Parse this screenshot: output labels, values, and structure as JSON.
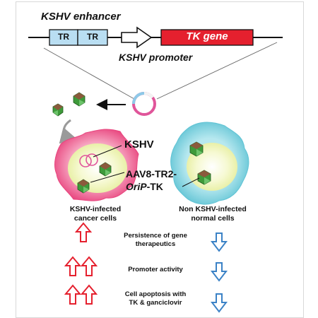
{
  "construct": {
    "enhancer_label": "KSHV enhancer",
    "tr_label_1": "TR",
    "tr_label_2": "TR",
    "gene_label": "TK gene",
    "promoter_label": "KSHV promoter"
  },
  "cells": {
    "kshv_label": "KSHV",
    "vector_line1": "AAV8-TR2-",
    "vector_line2_italic": "OriP",
    "vector_line2_rest": "-TK",
    "infected_line1": "KSHV-infected",
    "infected_line2": "cancer cells",
    "normal_line1": "Non KSHV-infected",
    "normal_line2": "normal cells"
  },
  "comparison": [
    {
      "line1": "Persistence of gene",
      "line2": "therapeutics",
      "left_arrows": 1,
      "right": "down"
    },
    {
      "line1": "Promoter activity",
      "line2": "",
      "left_arrows": 2,
      "right": "down"
    },
    {
      "line1": "Cell apoptosis with",
      "line2": "TK & ganciclovir",
      "left_arrows": 2,
      "right": "down"
    }
  ],
  "colors": {
    "tr_box": "#b9def2",
    "tk_box": "#e5202e",
    "infected_cell": "#ec5c8e",
    "normal_cell": "#7fd3e0",
    "cytoplasm": "#f3f7c9",
    "capsid_green": "#3e9a3a",
    "capsid_brown": "#8b5a3c",
    "up_arrow": "#e5202e",
    "down_arrow": "#3b82c6"
  }
}
